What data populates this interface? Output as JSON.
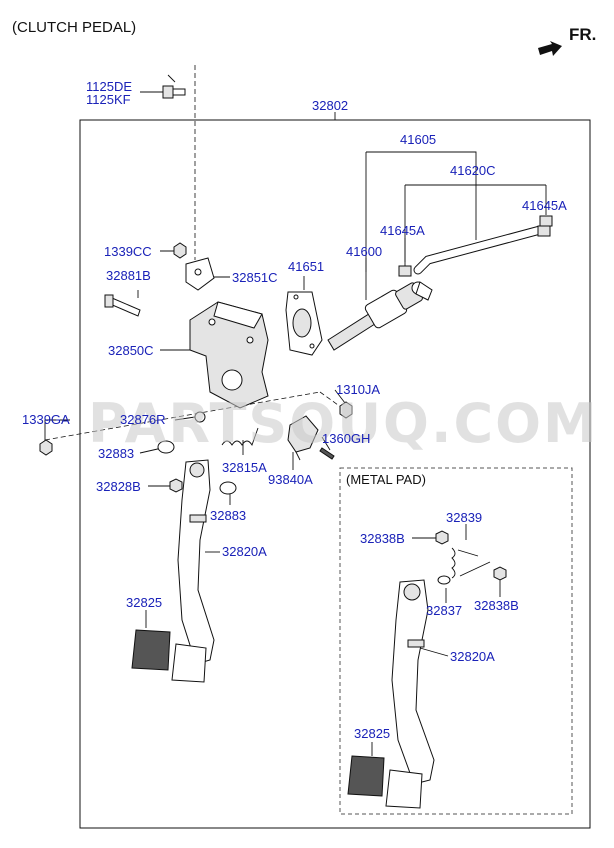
{
  "header": {
    "title": "(CLUTCH PEDAL)",
    "direction_label": "FR."
  },
  "watermark": "PARTSOUQ.COM",
  "inset": {
    "title": "(METAL PAD)"
  },
  "part_labels": {
    "p1125DE": "1125DE",
    "p1125KF": "1125KF",
    "p32802": "32802",
    "p41605": "41605",
    "p41620C": "41620C",
    "p41645A_a": "41645A",
    "p41645A_b": "41645A",
    "p41600": "41600",
    "p41651": "41651",
    "p1339CC": "1339CC",
    "p32851C": "32851C",
    "p32881B": "32881B",
    "p32850C": "32850C",
    "p1310JA": "1310JA",
    "p1339GA": "1339GA",
    "p32876R": "32876R",
    "p1360GH": "1360GH",
    "p32883_a": "32883",
    "p32815A": "32815A",
    "p93840A": "93840A",
    "p32828B": "32828B",
    "p32883_b": "32883",
    "p32820A_a": "32820A",
    "p32825_a": "32825",
    "p32839": "32839",
    "p32838B_a": "32838B",
    "p32837": "32837",
    "p32838B_b": "32838B",
    "p32820A_b": "32820A",
    "p32825_b": "32825"
  }
}
